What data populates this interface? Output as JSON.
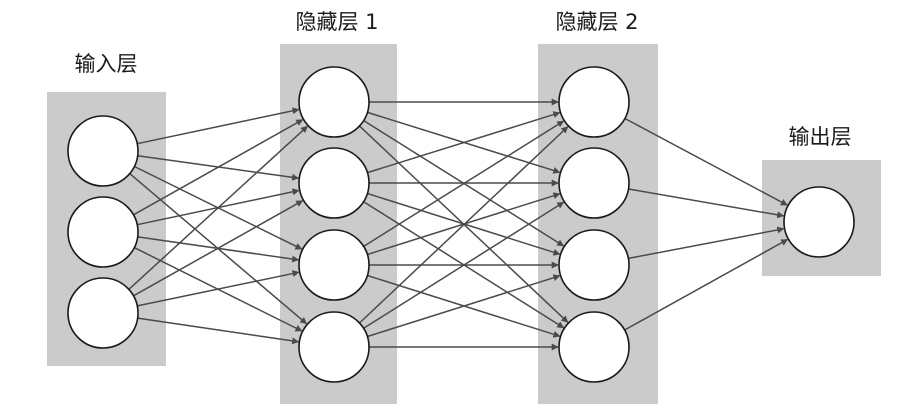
{
  "diagram": {
    "title": "",
    "layers": [
      {
        "id": "input",
        "label": "输入层",
        "neurons": 3
      },
      {
        "id": "hidden1",
        "label": "隐藏层 1",
        "neurons": 4
      },
      {
        "id": "hidden2",
        "label": "隐藏层 2",
        "neurons": 4
      },
      {
        "id": "output",
        "label": "输出层",
        "neurons": 1
      }
    ],
    "connections": "fully-connected",
    "colors": {
      "layer_box": "#cbcbcb",
      "edge": "#4a4a4a",
      "neuron_fill": "#ffffff",
      "neuron_stroke": "#1a1a1a",
      "text": "#1a1a1a"
    }
  }
}
